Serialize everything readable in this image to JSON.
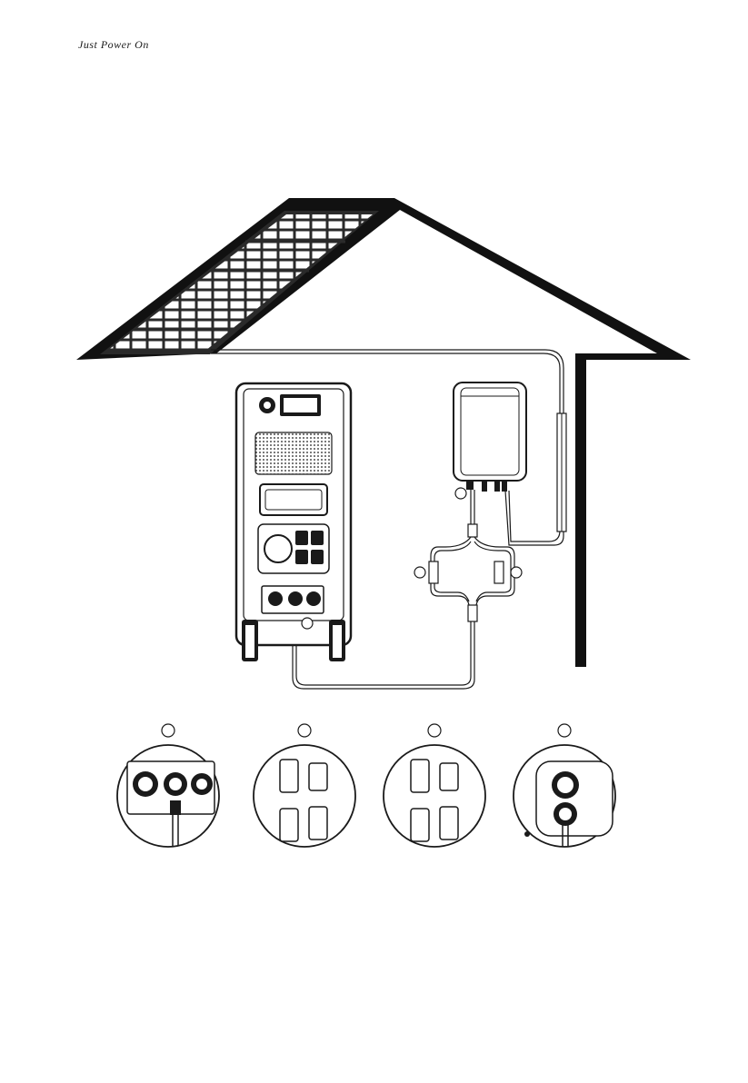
{
  "header": {
    "brand": "Just Power On"
  },
  "colors": {
    "ink": "#1a1a1a",
    "panel": "#2a2a2a",
    "wall": "#111111"
  },
  "scene": {
    "icons": [
      "house-outline-icon",
      "solar-panel-icon",
      "power-station-icon",
      "inverter-box-icon",
      "y-branch-cable-icon",
      "extension-cable-icon"
    ]
  },
  "detail_views": {
    "items": [
      {
        "name": "detail-power-station-port"
      },
      {
        "name": "detail-mc4-connectors-a"
      },
      {
        "name": "detail-mc4-connectors-b"
      },
      {
        "name": "detail-inverter-port"
      }
    ]
  }
}
